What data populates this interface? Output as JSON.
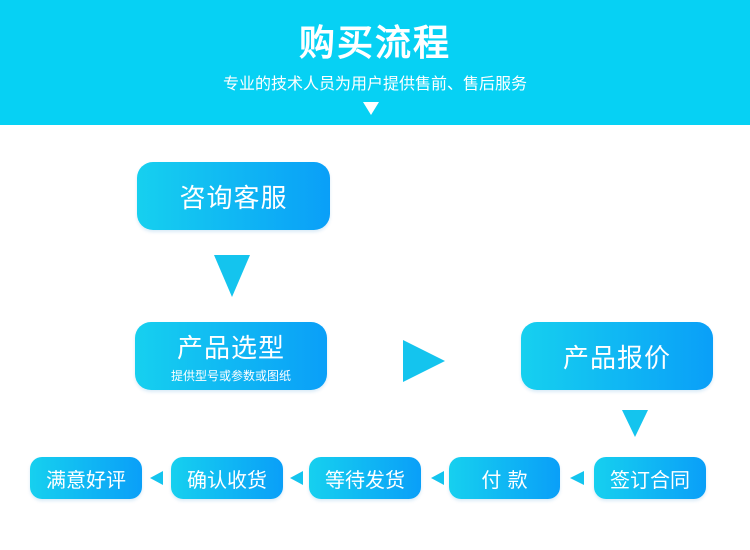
{
  "header": {
    "title": "购买流程",
    "subtitle": "专业的技术人员为用户提供售前、售后服务"
  },
  "steps": {
    "consult": "咨询客服",
    "select": {
      "label": "产品选型",
      "sub": "提供型号或参数或图纸"
    },
    "quote": "产品报价",
    "contract": "签订合同",
    "payment": "付 款",
    "wait": "等待发货",
    "confirm": "确认收货",
    "review": "满意好评"
  },
  "colors": {
    "header": "#06d1f4",
    "box_start": "#16d0ef",
    "box_end": "#0a9ff8",
    "arrow": "#14c4ee"
  }
}
